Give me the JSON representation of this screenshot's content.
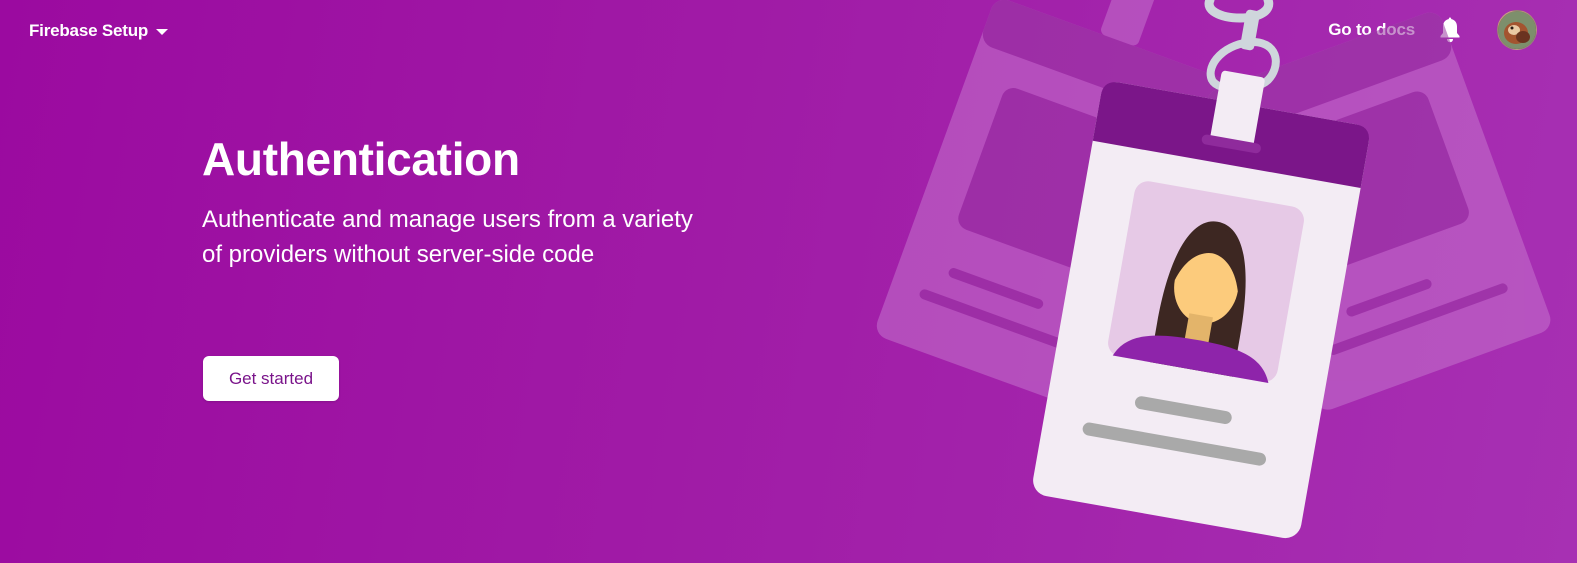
{
  "header": {
    "project_name": "Firebase Setup",
    "docs_label": "Go to docs"
  },
  "icons": {
    "project_caret": "caret-down-icon",
    "notifications": "bell-icon",
    "account": "avatar"
  },
  "hero": {
    "title": "Authentication",
    "subtitle": "Authenticate and manage users from a variety of providers without server-side code",
    "cta_label": "Get started"
  },
  "colors": {
    "background": "#9b0aa0",
    "button_text": "#7a148a",
    "button_bg": "#ffffff",
    "badge_header": "#7b1689",
    "badge_body": "#f3ecf4"
  }
}
